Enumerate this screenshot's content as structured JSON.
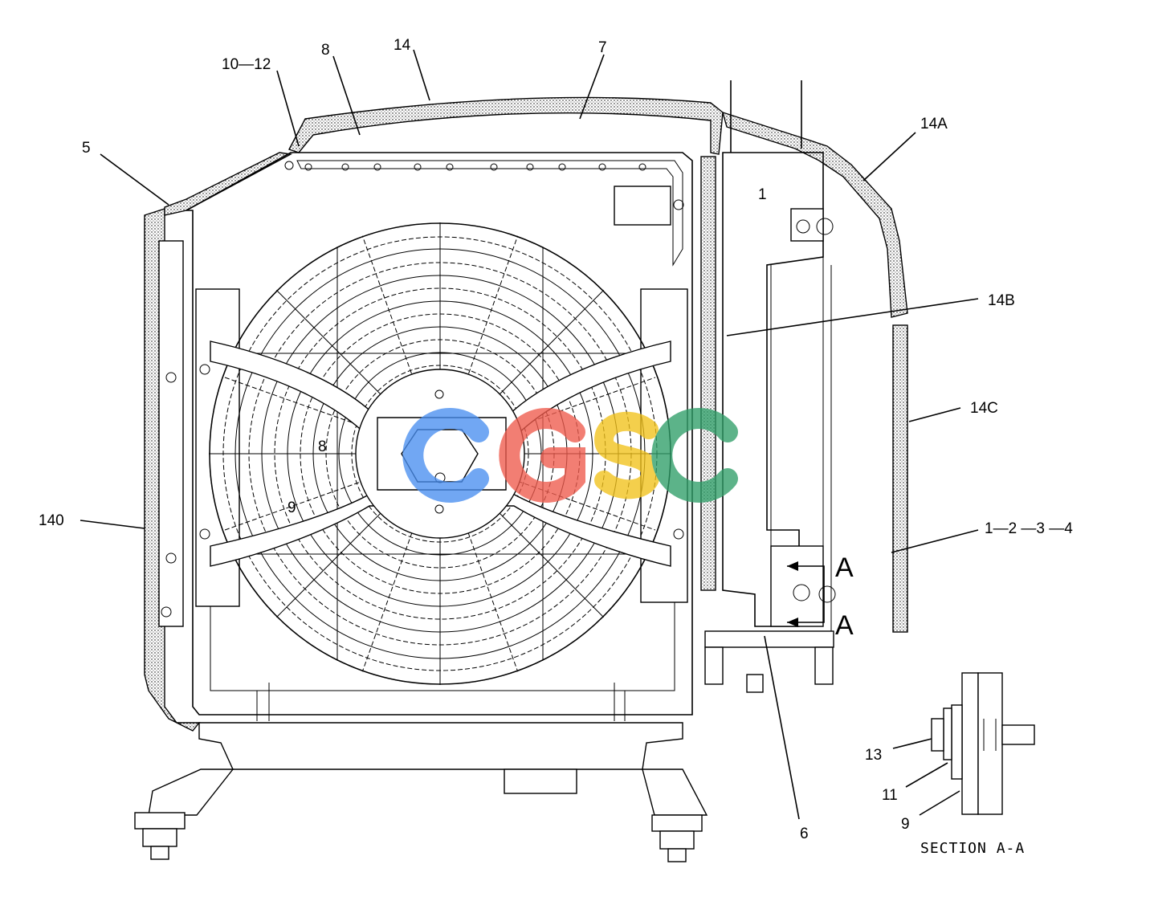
{
  "diagram": {
    "callouts": {
      "c_10_12": "10—12",
      "c_8": "8",
      "c_14": "14",
      "c_7": "7",
      "c_14A": "14A",
      "c_5": "5",
      "c_14B": "14B",
      "c_14C": "14C",
      "c_140": "140",
      "c_1_4": "1—2 —3 —4",
      "c_6": "6",
      "c_13": "13",
      "c_11": "11",
      "c_9": "9",
      "c_8_inner": "8",
      "c_9_inner": "9",
      "c_1_top": "1",
      "section_mark_a1": "A",
      "section_mark_a2": "A"
    },
    "section_label": "SECTION  A-A",
    "watermark": "CGSC",
    "colors": {
      "line": "#000000",
      "watermark_blue": "#4a8ff0",
      "watermark_red": "#ef5a4c",
      "watermark_yellow": "#f2c21a",
      "watermark_green": "#2f9e68"
    }
  }
}
